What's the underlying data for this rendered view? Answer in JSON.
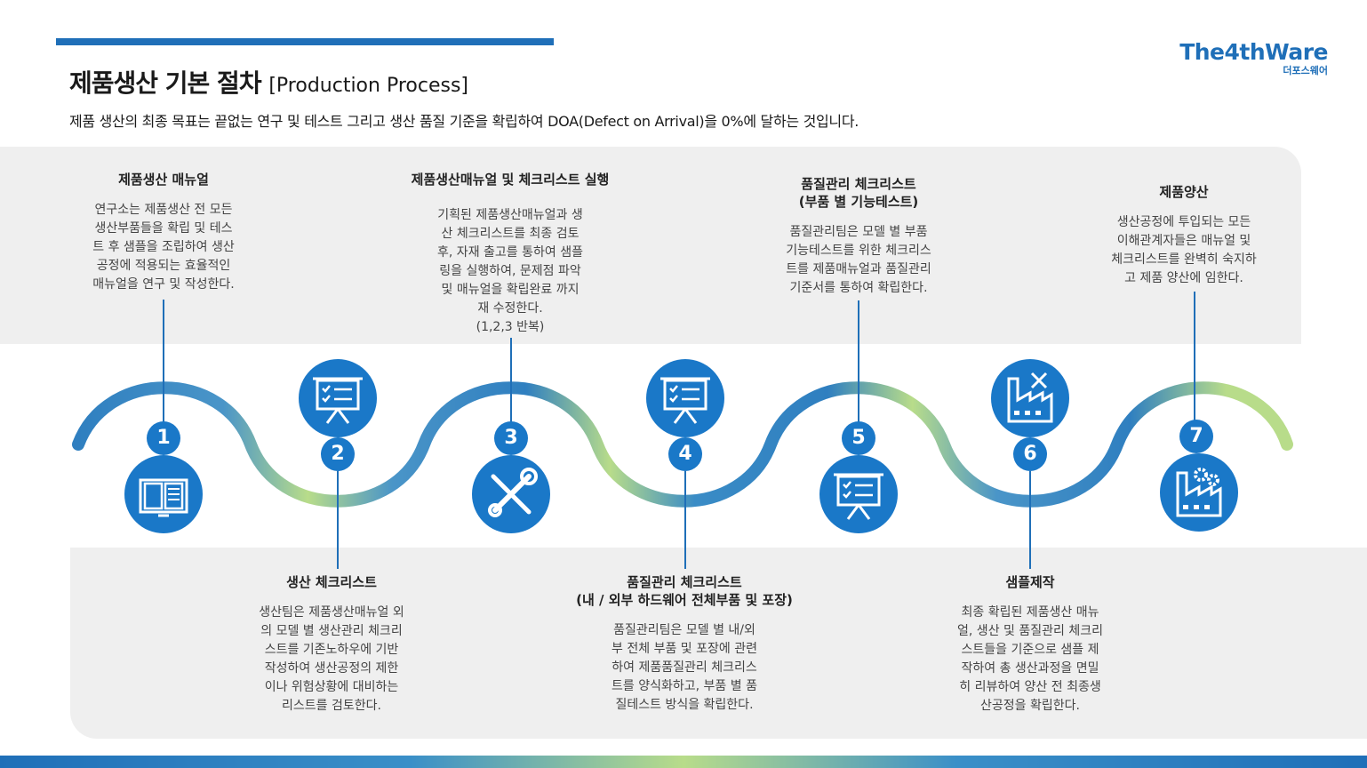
{
  "header": {
    "title": "제품생산 기본 절차",
    "title_en": "[Production Process]",
    "subtitle": "제품 생산의 최종 목표는 끝없는 연구 및 테스트 그리고 생산 품질 기준을 확립하여 DOA(Defect on Arrival)을 0%에 달하는 것입니다."
  },
  "logo": {
    "main": "The4thWare",
    "sub": "더포스웨어"
  },
  "colors": {
    "accent": "#1f6fb8",
    "circle": "#1a78c8",
    "wave_green": "#b8dc8a",
    "band": "#efefef"
  },
  "steps": [
    {
      "num": "1",
      "icon": "book-icon",
      "title": "제품생산 매뉴얼",
      "lines": [
        "연구소는 제품생산 전 모든",
        "생산부품들을 확립 및 테스",
        "트 후 샘플을 조립하여 생산",
        "공정에 적용되는 효율적인",
        "매뉴얼을 연구 및 작성한다."
      ]
    },
    {
      "num": "2",
      "icon": "checklist-board-icon",
      "title": "생산 체크리스트",
      "lines": [
        "생산팀은 제품생산매뉴얼 외",
        "의 모델 별 생산관리 체크리",
        "스트를 기존노하우에 기반",
        "작성하여 생산공정의  제한",
        "이나 위험상황에 대비하는",
        "리스트를 검토한다."
      ]
    },
    {
      "num": "3",
      "icon": "tools-icon",
      "title": "제품생산매뉴얼 및 체크리스트 실행",
      "lines": [
        "기획된 제품생산매뉴얼과 생",
        "산 체크리스트를 최종 검토",
        "후, 자재 출고를 통하여 샘플",
        "링을 실행하여, 문제점 파악",
        "및 매뉴얼을 확립완료 까지",
        "재 수정한다.",
        "(1,2,3 반복)"
      ]
    },
    {
      "num": "4",
      "icon": "checklist-board-icon",
      "title": "품질관리 체크리스트",
      "title2": "(내 / 외부 하드웨어 전체부품 및 포장)",
      "lines": [
        "품질관리팀은  모델 별 내/외",
        "부 전체 부품 및 포장에 관련",
        "하여 제품품질관리 체크리스",
        "트를 양식화하고, 부품 별 품",
        "질테스트 방식을 확립한다."
      ]
    },
    {
      "num": "5",
      "icon": "checklist-board-icon",
      "title": "품질관리 체크리스트",
      "title2": "(부품 별 기능테스트)",
      "lines": [
        "품질관리팀은 모델 별 부품",
        "기능테스트를 위한 체크리스",
        "트를 제품매뉴얼과 품질관리",
        "기준서를 통하여 확립한다."
      ]
    },
    {
      "num": "6",
      "icon": "factory-tools-icon",
      "title": "샘플제작",
      "lines": [
        "최종 확립된 제품생산 매뉴",
        "얼, 생산 및 품질관리 체크리",
        "스트들을 기준으로 샘플 제",
        "작하여 총 생산과정을 면밀",
        "히 리뷰하여 양산 전 최종생",
        "산공정을 확립한다."
      ]
    },
    {
      "num": "7",
      "icon": "factory-gears-icon",
      "title": "제품양산",
      "lines": [
        "생산공정에 투입되는 모든",
        "이해관계자들은 매뉴얼 및",
        "체크리스트를 완벽히 숙지하",
        "고 제품 양산에 임한다."
      ]
    }
  ]
}
